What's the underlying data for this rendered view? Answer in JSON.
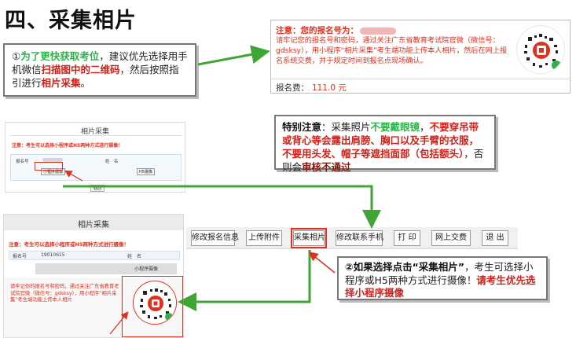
{
  "title": "四、采集相片",
  "notice_card": {
    "label": "注意：您的报名号为：",
    "body": "请牢记您的报名号和密码，通过关注广东省教育考试院官微（微信号：gdsksy），用小程序“相片采集”考生端功能上传本人相片，然后在网上报名系统交费，并于规定时间到报名点现场确认。",
    "fee_label": "报名费：",
    "fee_value": "111.0 元"
  },
  "tip1": {
    "num": "①",
    "green": "为了更快获取考位",
    "t1": "，建议优先选择用手机微信",
    "red1": "扫描图中的二维码",
    "t2": "，然后按照指引进行",
    "red2": "相片采集",
    "t3": "。"
  },
  "shot1": {
    "title": "相片采集",
    "warn": "注意：考生可以选择小程序或H5两种方式进行摄像！",
    "c1": "报名号",
    "c2": "姓　名",
    "btn_mini": "小程序摄像",
    "btn_h5": "H5摄像",
    "back": "返回"
  },
  "special": {
    "b": "特别注意",
    "t0": "：采集照片",
    "green": "不要戴眼镜",
    "t1": "，",
    "red1": "不要穿吊带或背心等会露出肩膀、胸口以及手臂的衣服，不要用头发、帽子等遮挡面部（包括额头）",
    "t2": "，否则会",
    "dred": "审核不通过"
  },
  "shot2": {
    "title": "相片采集",
    "warn": "注意：考生可以选择小程序或H5两种方式进行摄像！",
    "c1": "报名号",
    "c2": "19010615",
    "c3": "姓　名",
    "mini_label": "小程序摄像",
    "panel_text": "请牢记你的报名号和密码，通过关注广东省教育考试院官微（微信号：gdsksy），用小程序“相片采集”考生端功能上传本人相片"
  },
  "toolbar": {
    "b1": "修改报名信息",
    "b2": "上传附件",
    "b3": "采集相片",
    "b4": "修改联系手机",
    "b5": "打 印",
    "b6": "网上交费",
    "b7": "退 出"
  },
  "step2": {
    "b": "②如果选择点击“采集相片”",
    "t1": "，考生可选择小程序或H5两种方式进行摄像！",
    "red": "请考生优先选择小程序摄像"
  },
  "colors": {
    "accent_red": "#e0301e",
    "accent_green": "#2cb34a",
    "arrow_green": "#3fa535"
  }
}
